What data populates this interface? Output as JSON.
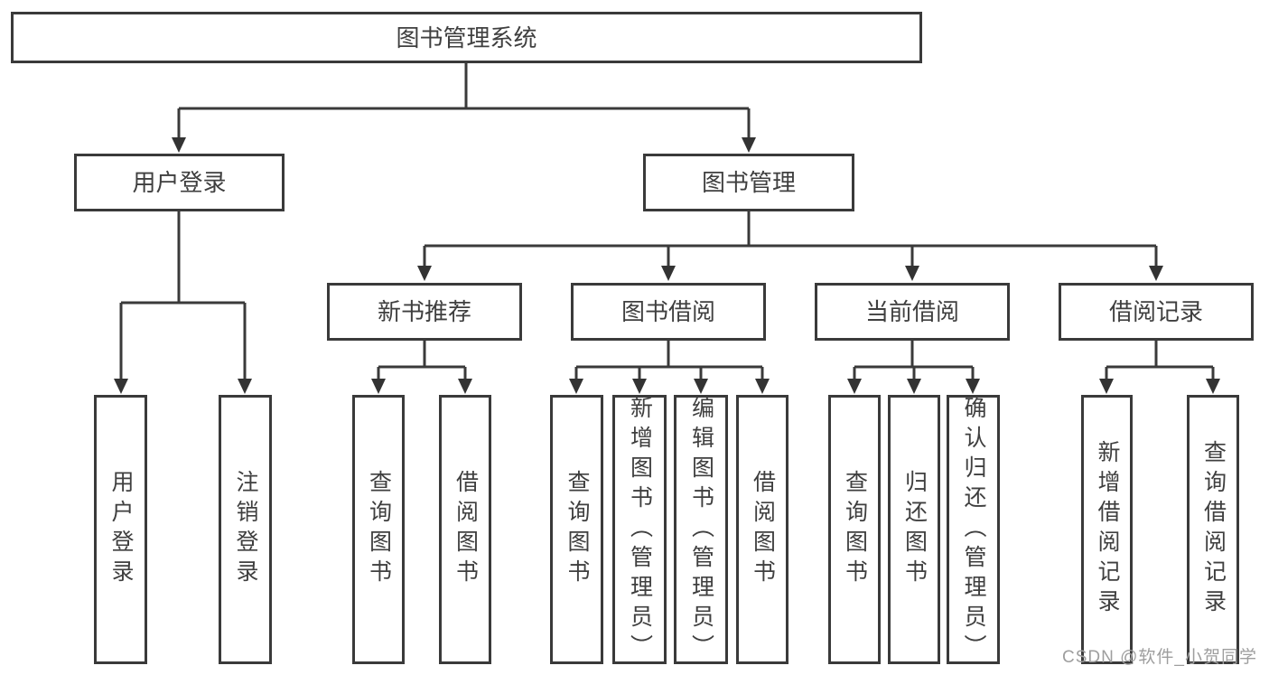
{
  "diagram": {
    "title": "图书管理系统",
    "level2": {
      "user_login": "用户登录",
      "book_management": "图书管理"
    },
    "level3": {
      "new_book": "新书推荐",
      "book_borrow": "图书借阅",
      "current_borrow": "当前借阅",
      "borrow_records": "借阅记录"
    },
    "leaves": {
      "user": [
        "用户登录",
        "注销登录"
      ],
      "new_book": [
        "查询图书",
        "借阅图书"
      ],
      "book_borrow": [
        "查询图书",
        "新增图书（管理员）",
        "编辑图书（管理员）",
        "借阅图书"
      ],
      "current_borrow": [
        "查询图书",
        "归还图书",
        "确认归还（管理员）"
      ],
      "borrow_records": [
        "新增借阅记录",
        "查询借阅记录"
      ]
    },
    "watermark": "CSDN @软件_小贺同学",
    "colors": {
      "line": "#3a3a3a",
      "text": "#3f3f3f",
      "watermark": "#9e9e9e",
      "background": "#ffffff"
    }
  }
}
